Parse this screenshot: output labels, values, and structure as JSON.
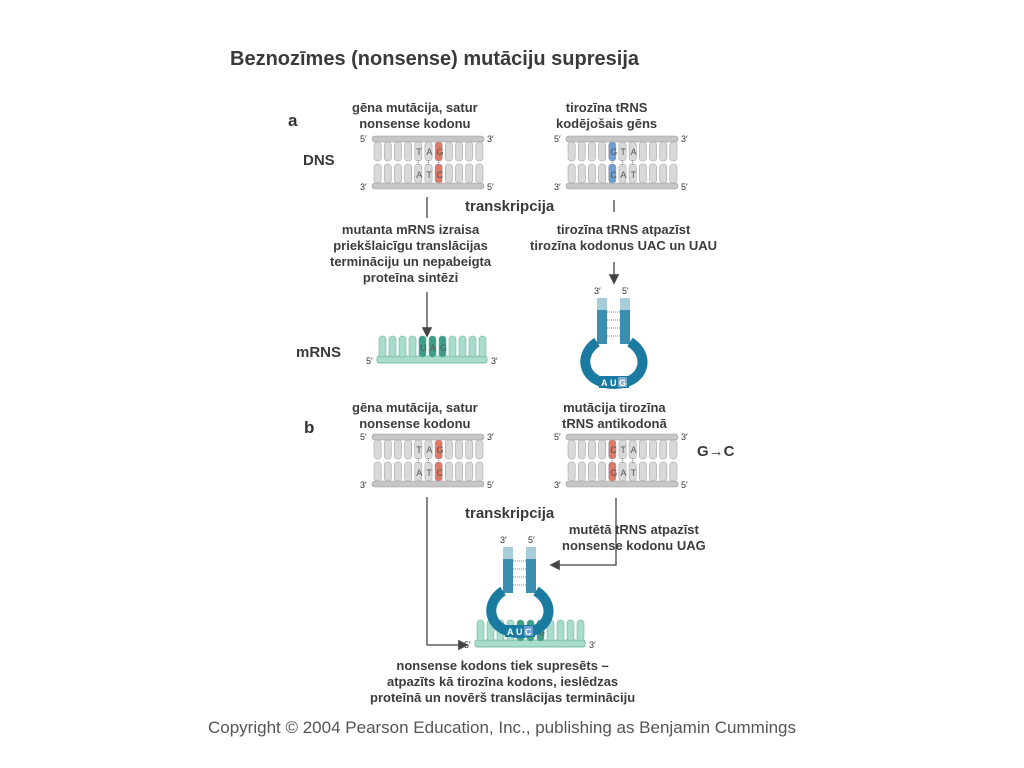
{
  "title": "Beznozīmes (nonsense) mutāciju supresija",
  "panel_a": {
    "letter": "a",
    "dna_label": "DNS",
    "mrna_label": "mRNS",
    "left_gene_label": "gēna mutācija, satur\nnonsense kodonu",
    "right_gene_label": "tirozīna tRNS\nkodējošais gēns",
    "transcription": "transkripcija",
    "left_effect": "mutanta mRNS izraisa\npriekšlaicīgu translācijas\ntermināciju un nepabeigta\nproteīna sintēzi",
    "right_effect": "tirozīna tRNS atpazīst\ntirozīna kodonus UAC un UAU",
    "left_top_nt": [
      "T",
      "A",
      "G"
    ],
    "left_bottom_nt": [
      "A",
      "T",
      "C"
    ],
    "right_top_nt": [
      "G",
      "T",
      "A"
    ],
    "right_bottom_nt": [
      "C",
      "A",
      "T"
    ],
    "mrna_codon": [
      "U",
      "A",
      "G"
    ],
    "anticodon": [
      "A",
      "U",
      "G"
    ]
  },
  "panel_b": {
    "letter": "b",
    "left_gene_label": "gēna mutācija, satur\nnonsense kodonu",
    "right_gene_label": "mutācija tirozīna\ntRNS antikodonā",
    "mutation_note": "G→C",
    "transcription": "transkripcija",
    "trna_effect": "mutētā tRNS atpazīst\nnonsense kodonu UAG",
    "result": "nonsense kodons tiek supresēts –\natpazīts kā tirozīna kodons, ieslēdzas\nproteīnā un novērš translācijas termināciju",
    "left_top_nt": [
      "T",
      "A",
      "G"
    ],
    "left_bottom_nt": [
      "A",
      "T",
      "C"
    ],
    "right_top_nt": [
      "C",
      "T",
      "A"
    ],
    "right_bottom_nt": [
      "G",
      "A",
      "T"
    ],
    "mrna_codon": [
      "U",
      "A",
      "G"
    ],
    "anticodon": [
      "A",
      "U",
      "C"
    ]
  },
  "end_labels": {
    "five": "5′",
    "three": "3′"
  },
  "copyright": "Copyright © 2004 Pearson Education, Inc., publishing as Benjamin Cummings",
  "colors": {
    "strand": "#c6c6c6",
    "mutant": "#e07868",
    "normal_blue": "#6d9fd4",
    "mrna": "#a8dccb",
    "mrna_dark": "#3e9d88",
    "trna": "#1a7aa0"
  }
}
